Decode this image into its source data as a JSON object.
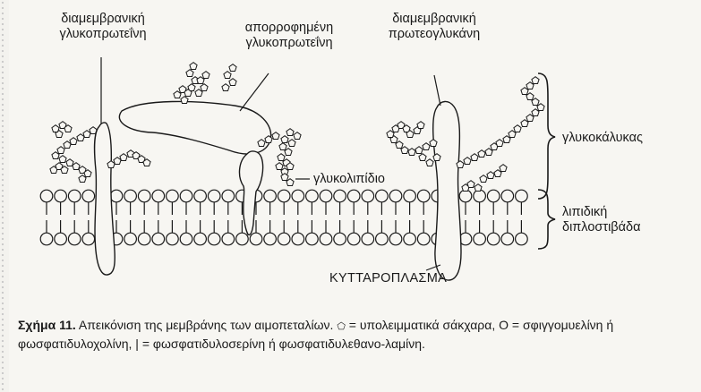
{
  "labels": {
    "transmembrane_glycoprotein": [
      "διαμεμβρανική",
      "γλυκοπρωτεΐνη"
    ],
    "adsorbed_glycoprotein": [
      "απορροφημένη",
      "γλυκοπρωτεΐνη"
    ],
    "transmembrane_proteoglycan": [
      "διαμεμβρανική",
      "πρωτεογλυκάνη"
    ],
    "glycocalyx": "γλυκοκάλυκας",
    "glycolipid": "γλυκολιπίδιο",
    "lipid_bilayer": [
      "λιπιδική",
      "διπλοστιβάδα"
    ],
    "cytoplasm": "ΚΥΤΤΑΡΟΠΛΑΣΜΑ"
  },
  "caption": {
    "figure_label": "Σχήμα 11.",
    "text_1": "Απεικόνιση της μεμβράνης των αιμοπεταλίων.",
    "sym_sugar": "⬠",
    "text_2": "= υπολειμματικά σάκχαρα,",
    "sym_sphingo": "O",
    "text_3": "= σφιγγομυελίνη ή φωσφατιδυλοχολίνη,",
    "sym_ps": "|",
    "text_4": "= φωσφατιδυλοσερίνη ή φωσφατιδυλεθανο-λαμίνη."
  }
}
